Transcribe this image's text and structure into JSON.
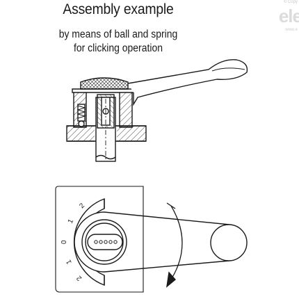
{
  "title": "Assembly example",
  "subtitle_lines": [
    "by means of ball and spring",
    "for clicking operation"
  ],
  "watermark": {
    "text": "ele",
    "copyright": "© Copy",
    "url": "www.e"
  },
  "dial_marks": [
    "2",
    "1",
    "0",
    "1",
    "2"
  ]
}
